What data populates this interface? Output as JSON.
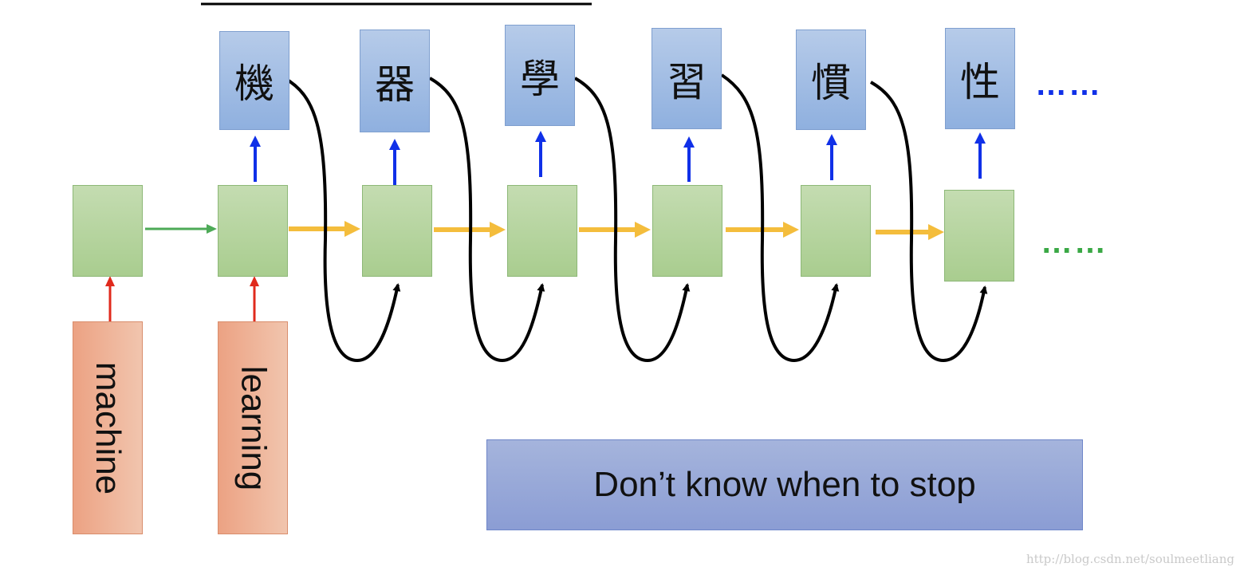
{
  "outputs": [
    "機",
    "器",
    "學",
    "習",
    "慣",
    "性"
  ],
  "inputs": [
    "machine",
    "learning"
  ],
  "output_ellipsis": "……",
  "hidden_ellipsis": "……",
  "note": "Don’t know when to stop",
  "watermark": "http://blog.csdn.net/soulmeetliang",
  "colors": {
    "input_arrow": "#e02a1c",
    "output_arrow": "#1030e8",
    "first_hidden_arrow": "#4daa57",
    "hidden_arrow": "#f4bd3c",
    "feedback_arrow": "#000000",
    "output_ellipsis": "#1030e8",
    "hidden_ellipsis": "#3aa845"
  }
}
